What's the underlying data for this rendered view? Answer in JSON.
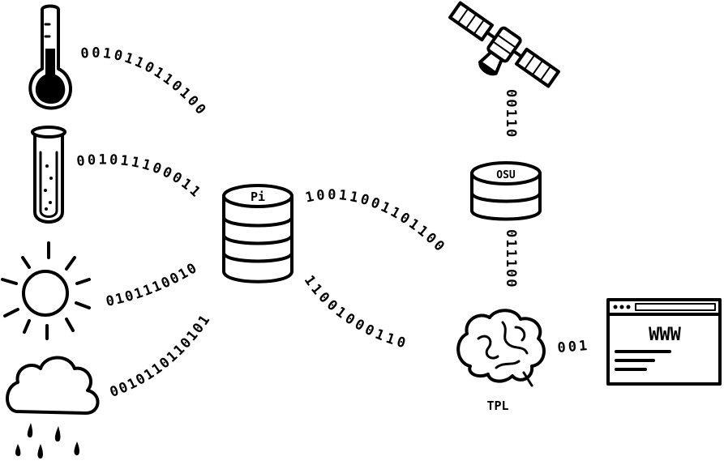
{
  "nodes": {
    "pi_label": "Pi",
    "osu_label": "OSU",
    "tpl_label": "TPL",
    "browser_label": "WWW"
  },
  "links": {
    "thermometer_to_pi": "0010110110100",
    "test_tube_to_pi": "001011100011",
    "sun_to_pi": "0101110010",
    "cloud_to_pi": "0010110110101",
    "satellite_to_osu": "00110",
    "osu_to_brain": "011100",
    "pi_to_brain_upper": "10011001101100",
    "pi_to_brain_lower": "11001000110",
    "brain_to_browser": "001"
  }
}
